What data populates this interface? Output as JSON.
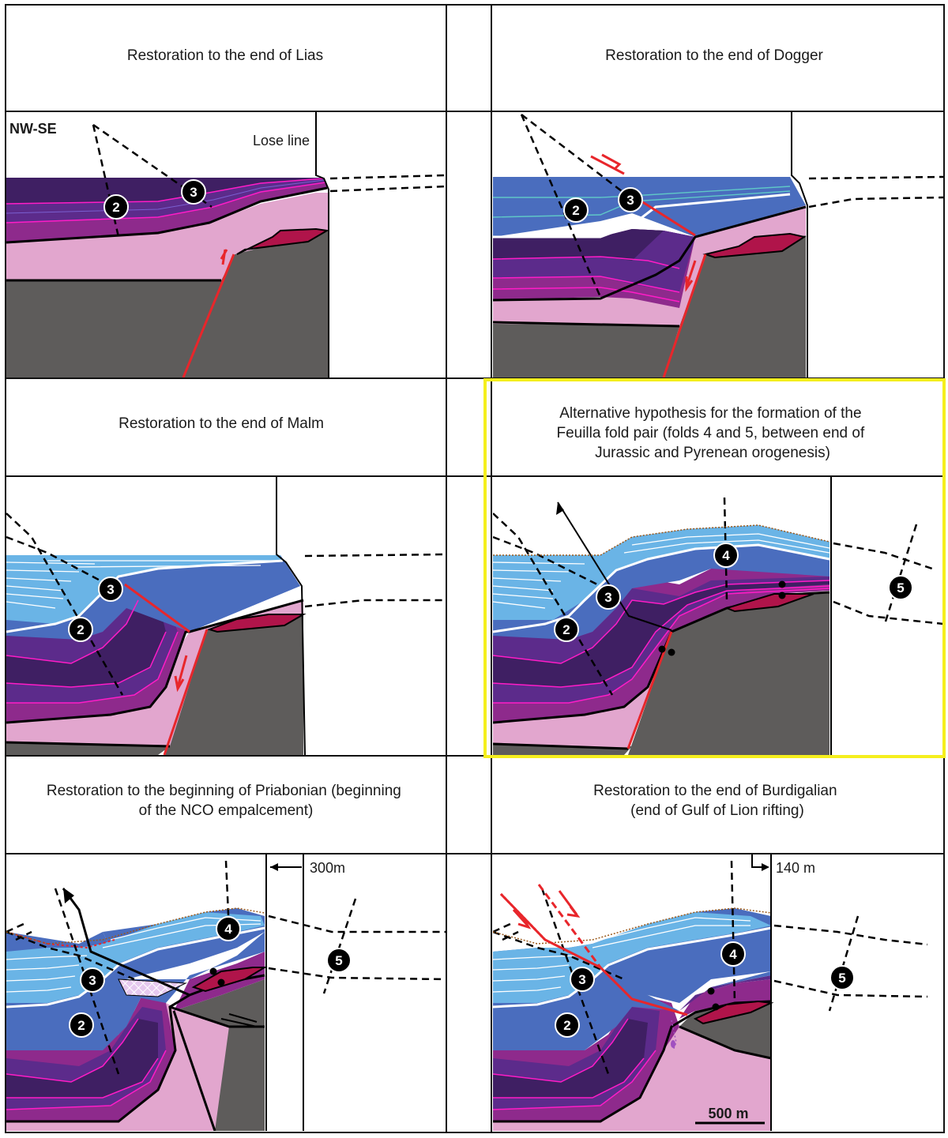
{
  "figure": {
    "panels": [
      {
        "caption": [
          "Restoration to the end of Lias"
        ],
        "orientation": "NW-SE",
        "marker_text": "Lose line",
        "folds": [
          "2",
          "3"
        ]
      },
      {
        "caption": [
          "Restoration to the end of Dogger"
        ],
        "folds": [
          "2",
          "3"
        ]
      },
      {
        "caption": [
          "Restoration to the end of Malm"
        ],
        "folds": [
          "2",
          "3"
        ]
      },
      {
        "caption": [
          "Alternative hypothesis for the  formation of the",
          "Feuilla fold pair (folds 4 and 5, between end of",
          "Jurassic and Pyrenean orogenesis)"
        ],
        "folds": [
          "2",
          "3",
          "4",
          "5"
        ],
        "highlighted": true
      },
      {
        "caption": [
          "Restoration to the beginning of Priabonian (beginning",
          "of the NCO empalcement)"
        ],
        "shift_label": "300m",
        "folds": [
          "2",
          "3",
          "4",
          "5"
        ]
      },
      {
        "caption": [
          "Restoration to the end of Burdigalian",
          "(end of Gulf of Lion rifting)"
        ],
        "shift_label": "140  m",
        "scale_bar": "500 m",
        "folds": [
          "2",
          "3",
          "4",
          "5"
        ]
      }
    ]
  },
  "colors": {
    "basement": "#5e5c5b",
    "triassic_pink": "#e2a6ce",
    "lias_violet_dark": "#3f1f63",
    "lias_violet": "#5c2b8b",
    "lias_purple": "#8e2a8c",
    "dogger_blue": "#4a6dbe",
    "malm_light_blue": "#6ab4e6",
    "crimson": "#b0144a",
    "magenta_line": "#ff1cc7",
    "fault_red": "#e8262b",
    "highlight_yellow": "#f5ef1d"
  }
}
